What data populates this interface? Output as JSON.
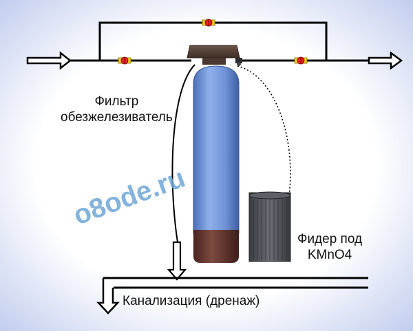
{
  "labels": {
    "filter_line1": "Фильтр",
    "filter_line2": "обезжелезиватель",
    "feeder_line1": "Фидер под",
    "feeder_line2": "KMnO4",
    "drain": "Канализация (дренаж)"
  },
  "watermark": "o8ode.ru",
  "colors": {
    "background_gradient_inner": "#ffffff",
    "background_gradient_outer": "#b9c6ec",
    "tank_body": "#6f93d6",
    "tank_base": "#6a3a32",
    "valve_head": "#5a4438",
    "feeder": "#55585e",
    "watermark": "#6fa6d6",
    "valve_red": "#e82020",
    "valve_yellow": "#f2d21a"
  },
  "icons": [
    "inlet-arrow-icon",
    "outlet-arrow-icon",
    "valve-icon",
    "drain-arrow-icon"
  ]
}
